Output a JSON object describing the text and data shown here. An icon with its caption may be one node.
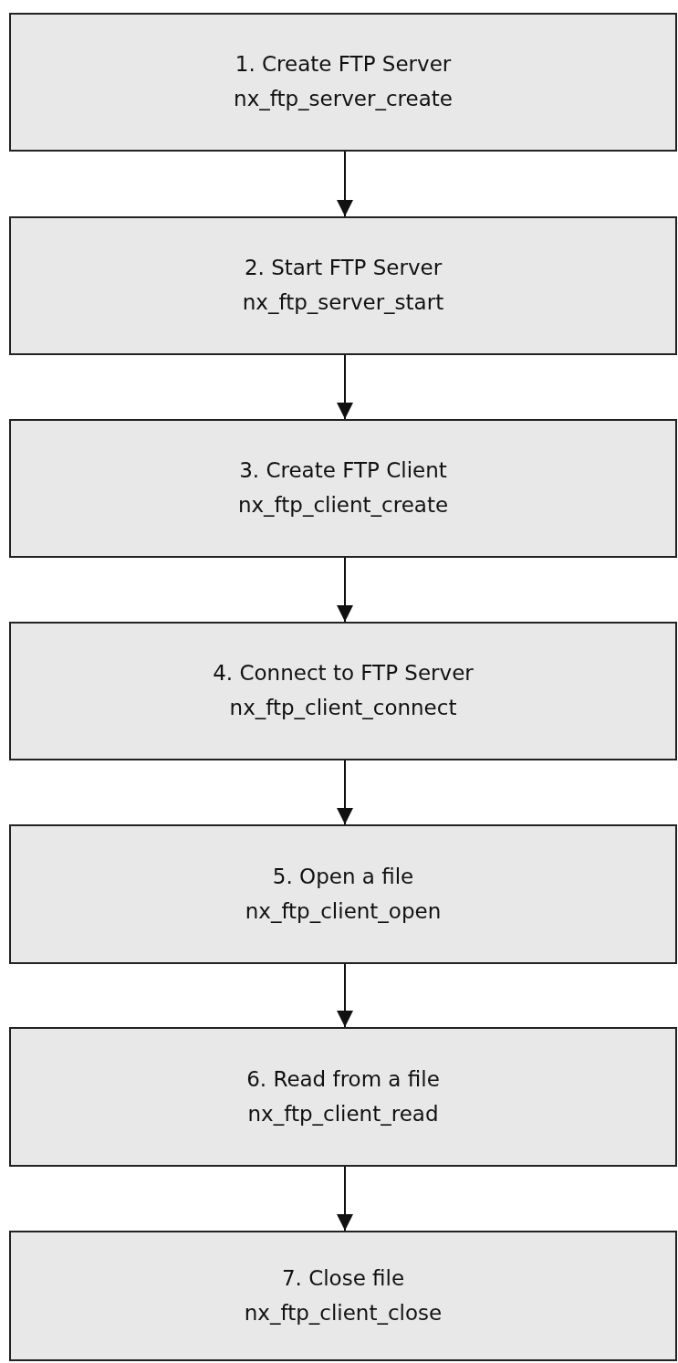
{
  "diagram": {
    "nodes": [
      {
        "text": [
          "1. Create FTP Server",
          "nx_ftp_server_create"
        ]
      },
      {
        "text": [
          "2. Start FTP Server",
          "nx_ftp_server_start"
        ]
      },
      {
        "text": [
          "3. Create FTP Client",
          "nx_ftp_client_create"
        ]
      },
      {
        "text": [
          "4. Connect to FTP Server",
          "nx_ftp_client_connect"
        ]
      },
      {
        "text": [
          "5. Open a file",
          "nx_ftp_client_open"
        ]
      },
      {
        "text": [
          "6. Read from a file",
          "nx_ftp_client_read"
        ]
      },
      {
        "text": [
          "7. Close file",
          "nx_ftp_client_close"
        ]
      }
    ],
    "edges": [
      {
        "from": 0,
        "to": 1,
        "arrow": "to"
      },
      {
        "from": 1,
        "to": 2,
        "arrow": "to"
      },
      {
        "from": 2,
        "to": 3,
        "arrow": "to"
      },
      {
        "from": 3,
        "to": 4,
        "arrow": "to"
      },
      {
        "from": 4,
        "to": 5,
        "arrow": "to"
      },
      {
        "from": 5,
        "to": 6,
        "arrow": "to"
      }
    ]
  }
}
